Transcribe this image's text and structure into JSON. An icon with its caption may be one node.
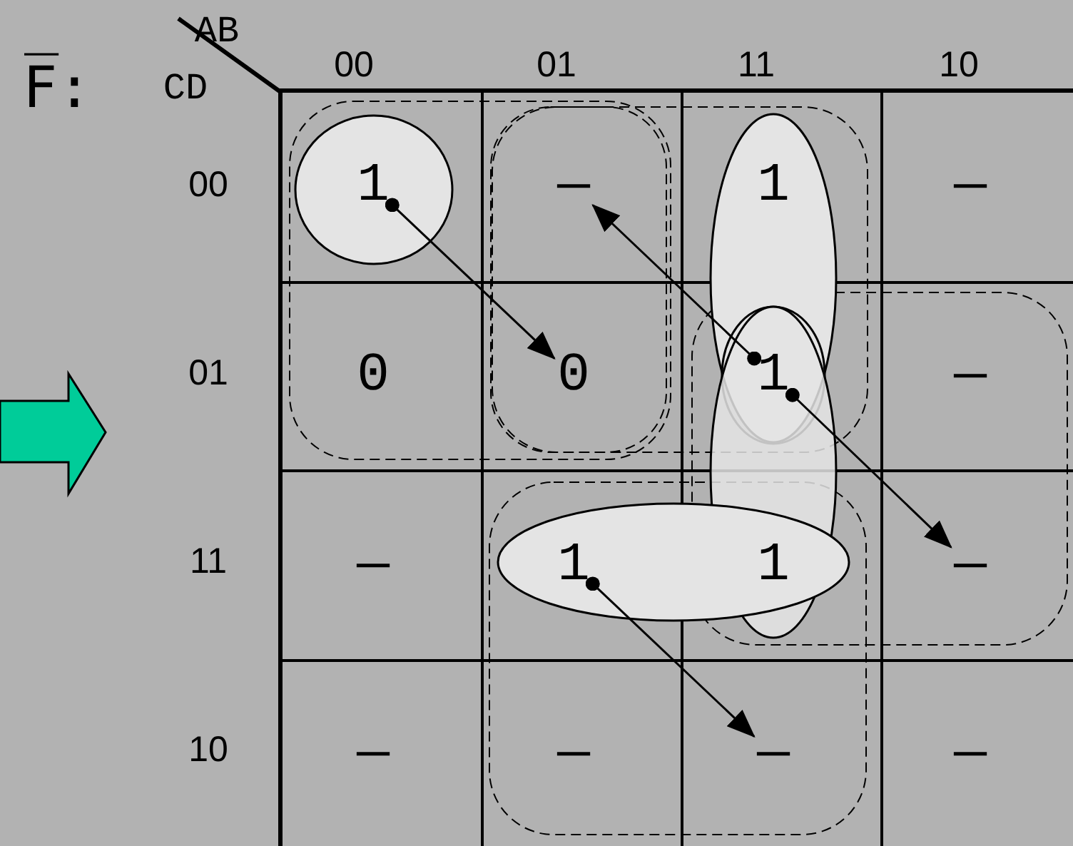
{
  "diagram": {
    "title": "F̅:",
    "nodes": [
      {
        "text": [
          "1"
        ]
      },
      {
        "text": [
          "—"
        ]
      },
      {
        "text": [
          "1"
        ]
      },
      {
        "text": [
          "—"
        ]
      },
      {
        "text": [
          "0"
        ]
      },
      {
        "text": [
          "0"
        ]
      },
      {
        "text": [
          "1"
        ]
      },
      {
        "text": [
          "—"
        ]
      },
      {
        "text": [
          "—"
        ]
      },
      {
        "text": [
          "1"
        ]
      },
      {
        "text": [
          "1"
        ]
      },
      {
        "text": [
          "—"
        ]
      },
      {
        "text": [
          "—"
        ]
      },
      {
        "text": [
          "—"
        ]
      },
      {
        "text": [
          "—"
        ]
      },
      {
        "text": [
          "—"
        ]
      }
    ],
    "edges": [
      {
        "from": 0,
        "to": 5,
        "arrow": "to"
      },
      {
        "from": 6,
        "to": 1,
        "arrow": "to"
      },
      {
        "from": 6,
        "to": 11,
        "arrow": "to"
      },
      {
        "from": 9,
        "to": 14,
        "arrow": "to"
      }
    ],
    "labels": [
      "AB",
      "CD",
      "00",
      "01",
      "11",
      "10",
      "00",
      "01",
      "11",
      "10"
    ]
  }
}
